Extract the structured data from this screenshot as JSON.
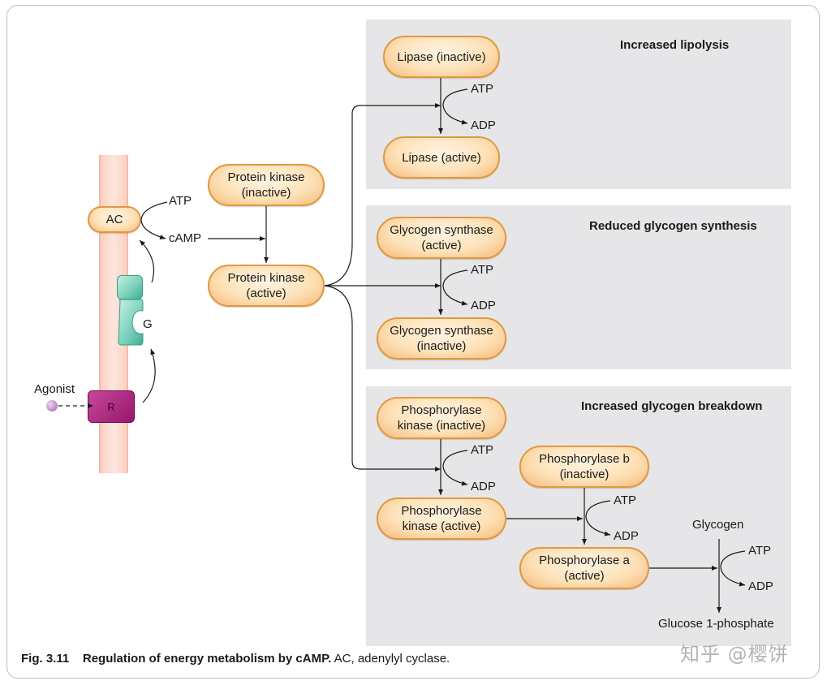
{
  "panels": {
    "lipolysis": {
      "title": "Increased lipolysis"
    },
    "glycogen_synthesis": {
      "title": "Reduced glycogen synthesis"
    },
    "glycogen_breakdown": {
      "title": "Increased glycogen breakdown"
    }
  },
  "membrane": {
    "ac_label": "AC",
    "g_label": "G",
    "receptor_label": "R",
    "agonist_label": "Agonist",
    "atp_label": "ATP",
    "camp_label": "cAMP"
  },
  "protein_kinase": {
    "inactive": "Protein kinase\n(inactive)",
    "active": "Protein kinase\n(active)"
  },
  "lipase": {
    "inactive": "Lipase (inactive)",
    "active": "Lipase (active)",
    "atp": "ATP",
    "adp": "ADP"
  },
  "glycogen_synthase": {
    "active": "Glycogen synthase\n(active)",
    "inactive": "Glycogen synthase\n(inactive)",
    "atp": "ATP",
    "adp": "ADP"
  },
  "phosphorylase_kinase": {
    "inactive": "Phosphorylase\nkinase (inactive)",
    "active": "Phosphorylase\nkinase (active)",
    "atp": "ATP",
    "adp": "ADP"
  },
  "phosphorylase": {
    "b_inactive": "Phosphorylase b\n(inactive)",
    "a_active": "Phosphorylase a\n(active)",
    "atp": "ATP",
    "adp": "ADP"
  },
  "glycogen": {
    "label": "Glycogen",
    "atp": "ATP",
    "adp": "ADP",
    "product": "Glucose 1-phosphate"
  },
  "caption": {
    "fig": "Fig. 3.11",
    "bold_text": "Regulation of energy metabolism by cAMP.",
    "text": " AC, adenylyl cyclase."
  },
  "watermark": "知乎 @樱饼",
  "colors": {
    "pill_fill": "#fde2b9",
    "pill_border": "#e0993f",
    "panel_bg": "#e6e6e9",
    "membrane": "#fbd0c2",
    "g_protein": "#7dd2bd",
    "receptor": "#98156d"
  }
}
